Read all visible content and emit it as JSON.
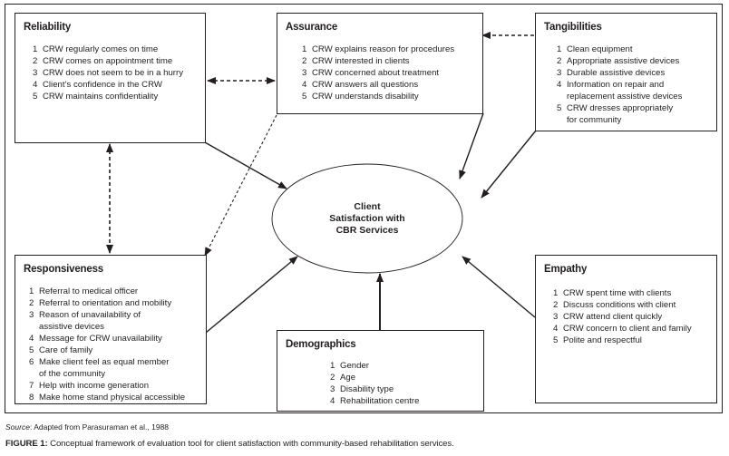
{
  "boxes": {
    "reliability": {
      "title": "Reliability",
      "items": [
        {
          "n": "1",
          "text": "CRW regularly comes on time"
        },
        {
          "n": "2",
          "text": "CRW comes on appointment time"
        },
        {
          "n": "3",
          "text": "CRW does not seem to be in a hurry"
        },
        {
          "n": "4",
          "text": "Client’s confidence in the CRW"
        },
        {
          "n": "5",
          "text": "CRW maintains confidentiality"
        }
      ]
    },
    "assurance": {
      "title": "Assurance",
      "items": [
        {
          "n": "1",
          "text": "CRW explains reason for procedures"
        },
        {
          "n": "2",
          "text": "CRW interested in clients"
        },
        {
          "n": "3",
          "text": "CRW concerned about treatment"
        },
        {
          "n": "4",
          "text": "CRW answers all questions"
        },
        {
          "n": "5",
          "text": "CRW understands disability"
        }
      ]
    },
    "tangibilities": {
      "title": "Tangibilities",
      "items": [
        {
          "n": "1",
          "text": "Clean equipment"
        },
        {
          "n": "2",
          "text": "Appropriate assistive devices"
        },
        {
          "n": "3",
          "text": "Durable assistive devices"
        },
        {
          "n": "4",
          "text": "Information on repair and\nreplacement assistive devices"
        },
        {
          "n": "5",
          "text": "CRW dresses appropriately\nfor community"
        }
      ]
    },
    "responsiveness": {
      "title": "Responsiveness",
      "items": [
        {
          "n": "1",
          "text": "Referral to medical officer"
        },
        {
          "n": "2",
          "text": "Referral to orientation and mobility"
        },
        {
          "n": "3",
          "text": "Reason of unavailability of\nassistive devices"
        },
        {
          "n": "4",
          "text": "Message for CRW unavailability"
        },
        {
          "n": "5",
          "text": "Care of family"
        },
        {
          "n": "6",
          "text": "Make client feel as equal member\nof the community"
        },
        {
          "n": "7",
          "text": "Help with income generation"
        },
        {
          "n": "8",
          "text": "Make home stand physical accessible"
        }
      ]
    },
    "empathy": {
      "title": "Empathy",
      "items": [
        {
          "n": "1",
          "text": "CRW spent time with clients"
        },
        {
          "n": "2",
          "text": "Discuss conditions with client"
        },
        {
          "n": "3",
          "text": "CRW attend client quickly"
        },
        {
          "n": "4",
          "text": "CRW concern to client and family"
        },
        {
          "n": "5",
          "text": "Polite and respectful"
        }
      ]
    },
    "demographics": {
      "title": "Demographics",
      "items": [
        {
          "n": "1",
          "text": "Gender"
        },
        {
          "n": "2",
          "text": "Age"
        },
        {
          "n": "3",
          "text": "Disability type"
        },
        {
          "n": "4",
          "text": "Rehabilitation centre"
        }
      ]
    }
  },
  "center": {
    "lines": [
      "Client",
      "Satisfaction with",
      "CBR Services"
    ]
  },
  "connections": [
    {
      "from": "reliability",
      "to": "center",
      "style": "solid",
      "direction": "one-way"
    },
    {
      "from": "assurance",
      "to": "center",
      "style": "solid",
      "direction": "one-way"
    },
    {
      "from": "tangibilities",
      "to": "center",
      "style": "solid",
      "direction": "one-way"
    },
    {
      "from": "responsiveness",
      "to": "center",
      "style": "solid",
      "direction": "one-way"
    },
    {
      "from": "empathy",
      "to": "center",
      "style": "solid",
      "direction": "one-way"
    },
    {
      "from": "demographics",
      "to": "center",
      "style": "solid",
      "direction": "one-way"
    },
    {
      "from": "reliability",
      "to": "assurance",
      "style": "dashed",
      "direction": "two-way"
    },
    {
      "from": "tangibilities",
      "to": "assurance",
      "style": "dashed",
      "direction": "one-way"
    },
    {
      "from": "reliability",
      "to": "responsiveness",
      "style": "dashed",
      "direction": "two-way"
    },
    {
      "from": "assurance",
      "to": "responsiveness",
      "style": "dashed",
      "direction": "one-way"
    }
  ],
  "source": {
    "label": "Source",
    "text": ": Adapted from Parasuraman et al., 1988"
  },
  "caption": {
    "label": "FIGURE 1:",
    "text": " Conceptual framework of evaluation tool for client satisfaction with community-based rehabilitation services."
  },
  "colors": {
    "line": "#231f20",
    "background": "#ffffff"
  }
}
